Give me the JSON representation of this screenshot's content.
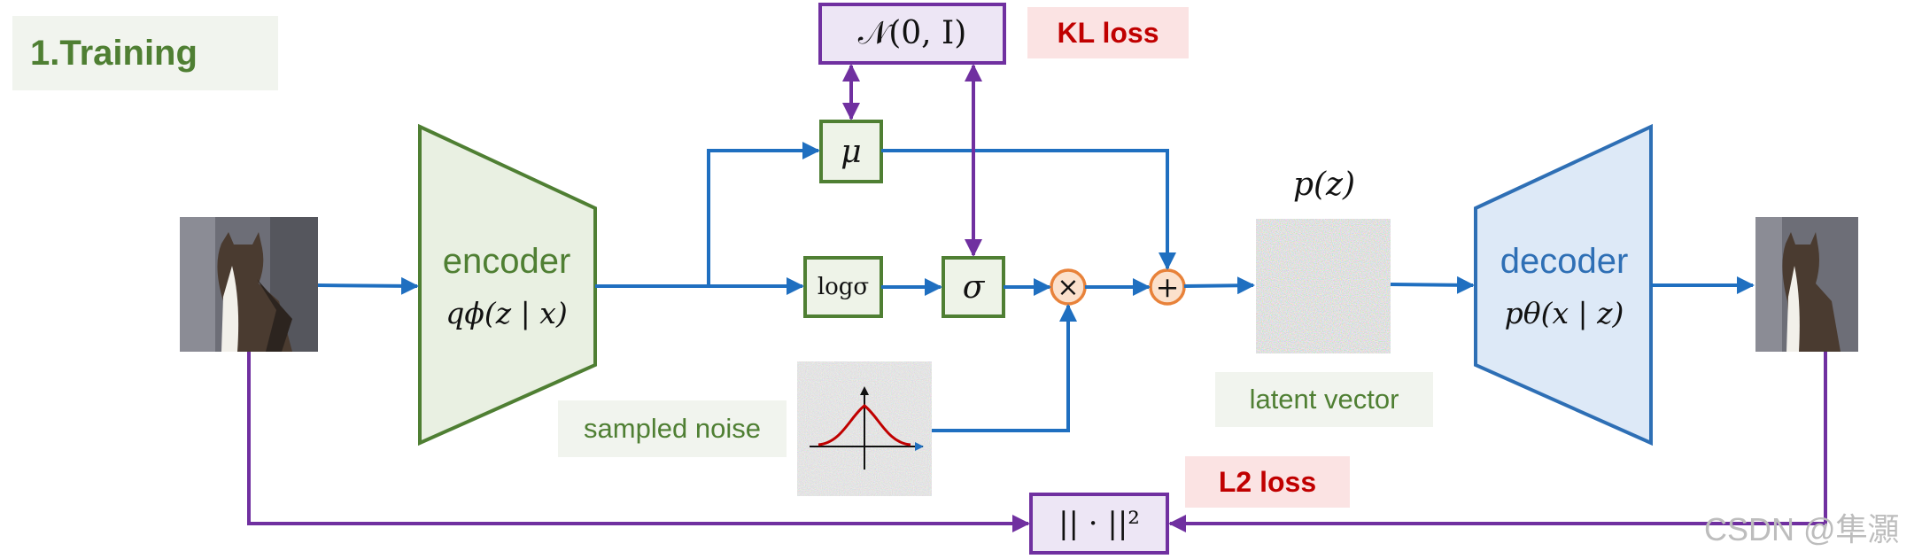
{
  "title": "1.Training",
  "encoder": {
    "label": "encoder",
    "formula": "qϕ(z | x)"
  },
  "decoder": {
    "label": "decoder",
    "formula": "pθ(x | z)"
  },
  "prior": {
    "formula": "𝒩(0, I)"
  },
  "kl_loss_label": "KL loss",
  "l2_loss_label": "L2 loss",
  "nodes": {
    "mu": "μ",
    "log_sigma": "logσ",
    "sigma": "σ",
    "multiply": "×",
    "add": "+",
    "norm": "|| · ||²"
  },
  "latent": {
    "formula": "p(z)",
    "label": "latent vector"
  },
  "noise_label": "sampled noise",
  "watermark": "CSDN @隼灝",
  "colors": {
    "green": "#4f7f33",
    "blue": "#1f6fc0",
    "purple": "#7030a0",
    "red": "#c00000",
    "encoder_fill": "#e9f0e2",
    "decoder_fill": "#dde9f7",
    "orange": "#e8823a"
  }
}
